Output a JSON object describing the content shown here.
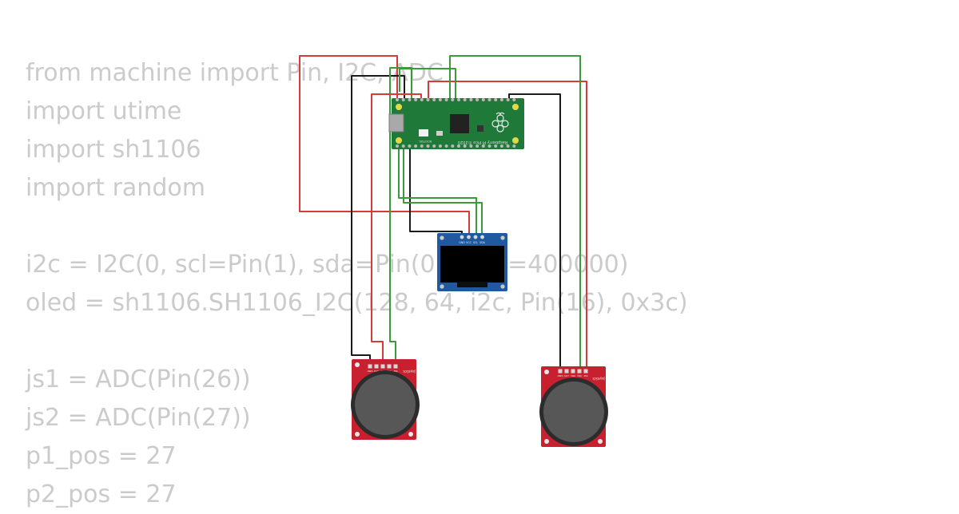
{
  "code_lines": [
    "from machine import Pin, I2C, ADC",
    "import utime",
    "import sh1106",
    "import random",
    "",
    "i2c = I2C(0, scl=Pin(1), sda=Pin(0), freq=400000)",
    "oled = sh1106.SH1106_I2C(128, 64, i2c, Pin(16), 0x3c)",
    "",
    "js1 = ADC(Pin(26))",
    "js2 = ADC(Pin(27))",
    "p1_pos = 27",
    "p2_pos = 27"
  ],
  "pico": {
    "board_label": "Raspberry Pi Pico ©2020",
    "bootsel_label": "BOOTSEL"
  },
  "oled": {
    "pin_labels": [
      "GND",
      "VCC",
      "SCL",
      "SDA"
    ]
  },
  "joysticks": [
    {
      "label": "Joystick",
      "pin_labels": [
        "GND",
        "+5V",
        "VRx",
        "VRy",
        "SW"
      ]
    },
    {
      "label": "Joystick",
      "pin_labels": [
        "GND",
        "+5V",
        "VRx",
        "VRy",
        "SW"
      ]
    }
  ],
  "colors": {
    "code_text": "#cbcbcb",
    "wire_red": "#d63a3a",
    "wire_green": "#3c9a3c",
    "wire_black": "#1a1a1a",
    "pcb_green": "#1f7a3a",
    "oled_blue": "#1f5aa0",
    "joystick_red": "#c8202e"
  }
}
